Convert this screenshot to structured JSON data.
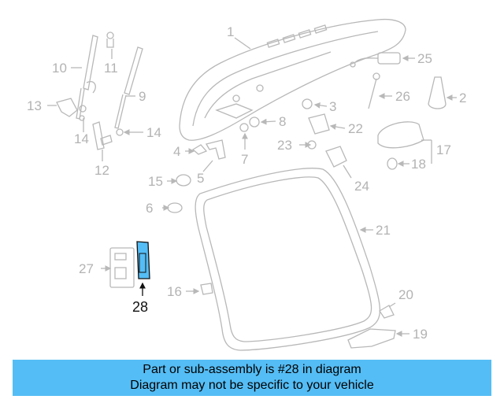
{
  "callouts": {
    "c1": "1",
    "c2": "2",
    "c3": "3",
    "c4": "4",
    "c5": "5",
    "c6": "6",
    "c7": "7",
    "c8": "8",
    "c9": "9",
    "c10": "10",
    "c11": "11",
    "c12": "12",
    "c13": "13",
    "c14a": "14",
    "c14b": "14",
    "c15": "15",
    "c16": "16",
    "c17": "17",
    "c18": "18",
    "c19": "19",
    "c20": "20",
    "c21": "21",
    "c22": "22",
    "c23": "23",
    "c24": "24",
    "c25": "25",
    "c26": "26",
    "c27": "27"
  },
  "highlight": {
    "label": "28",
    "color": "#55bdf5"
  },
  "banner": {
    "line1": "Part or sub-assembly is #28 in diagram",
    "line2": "Diagram may not be specific to your vehicle",
    "color": "#55bdf5"
  }
}
